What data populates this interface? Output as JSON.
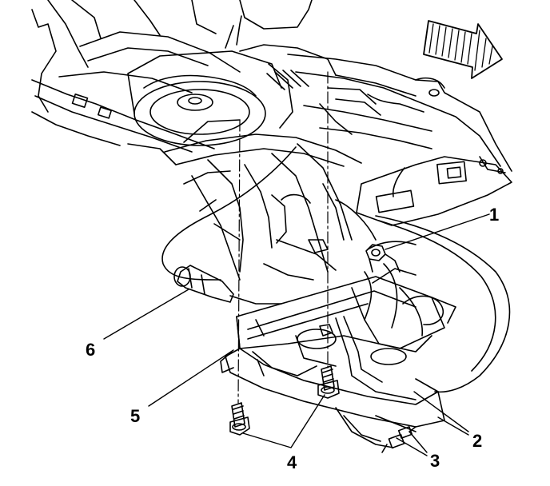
{
  "callouts": {
    "c1": "1",
    "c2": "2",
    "c3": "3",
    "c4": "4",
    "c5": "5",
    "c6": "6"
  },
  "colors": {
    "ink": "#000000",
    "background": "#ffffff"
  },
  "icons": {
    "direction": "front-arrow-icon"
  }
}
